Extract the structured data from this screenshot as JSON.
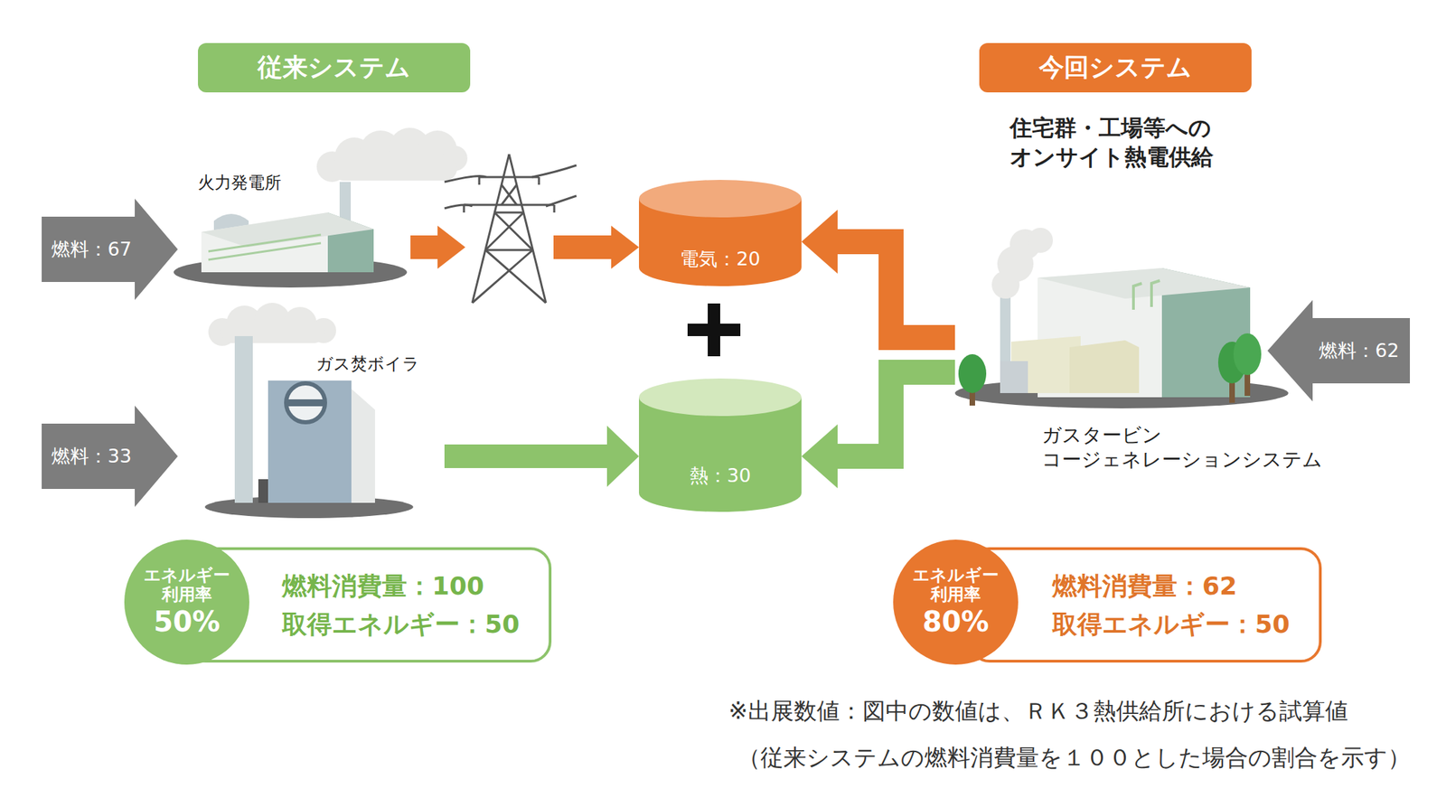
{
  "diagram": {
    "nodes": [
      {
        "text": [
          "従来システム"
        ]
      },
      {
        "text": [
          "今回システム"
        ]
      },
      {
        "text": [
          "燃料：67"
        ]
      },
      {
        "text": [
          "火力発電所"
        ]
      },
      {
        "text": [
          "電気：20"
        ]
      },
      {
        "text": [
          "ガスタービン コージェネレーションシステム"
        ]
      },
      {
        "text": [
          "燃料：62"
        ]
      },
      {
        "text": [
          "ガス焚ボイラ"
        ]
      },
      {
        "text": [
          "燃料：33"
        ]
      },
      {
        "text": [
          "熱：30"
        ]
      },
      {
        "text": [
          "エネルギー 利用率",
          "50%"
        ]
      },
      {
        "text": [
          "燃料消費量：100",
          "取得エネルギー：50"
        ]
      },
      {
        "text": [
          "エネルギー 利用率",
          "80%"
        ]
      },
      {
        "text": [
          "燃料消費量：62",
          "取得エネルギー：50"
        ]
      }
    ],
    "edges": [
      {
        "from": 3,
        "to": 4,
        "arrow": "to"
      },
      {
        "from": 7,
        "to": 9,
        "arrow": "to"
      },
      {
        "from": 5,
        "to": 4,
        "arrow": "to"
      },
      {
        "from": 5,
        "to": 9,
        "arrow": "to"
      }
    ],
    "labels": [
      "住宅群・工場等への オンサイト熱電供給",
      "※出展数値：図中の数値は、ＲＫ３熱供給所における試算値",
      "（従来システムの燃料消費量を１００とした場合の割合を示す）"
    ]
  }
}
